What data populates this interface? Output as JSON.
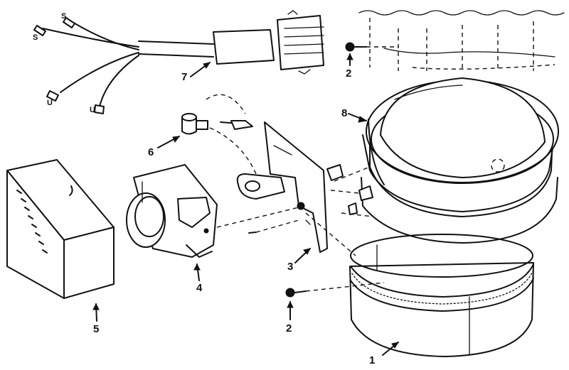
{
  "callouts": {
    "part_1": "1",
    "part_2_top": "2",
    "part_2_bottom": "2",
    "part_3": "3",
    "part_4": "4",
    "part_5": "5",
    "part_6": "6",
    "part_7": "7",
    "part_8": "8"
  },
  "wire_terminal_letters": {
    "top_left": "S",
    "top_mid": "S",
    "lower_left": "U",
    "lower_mid": "U"
  }
}
